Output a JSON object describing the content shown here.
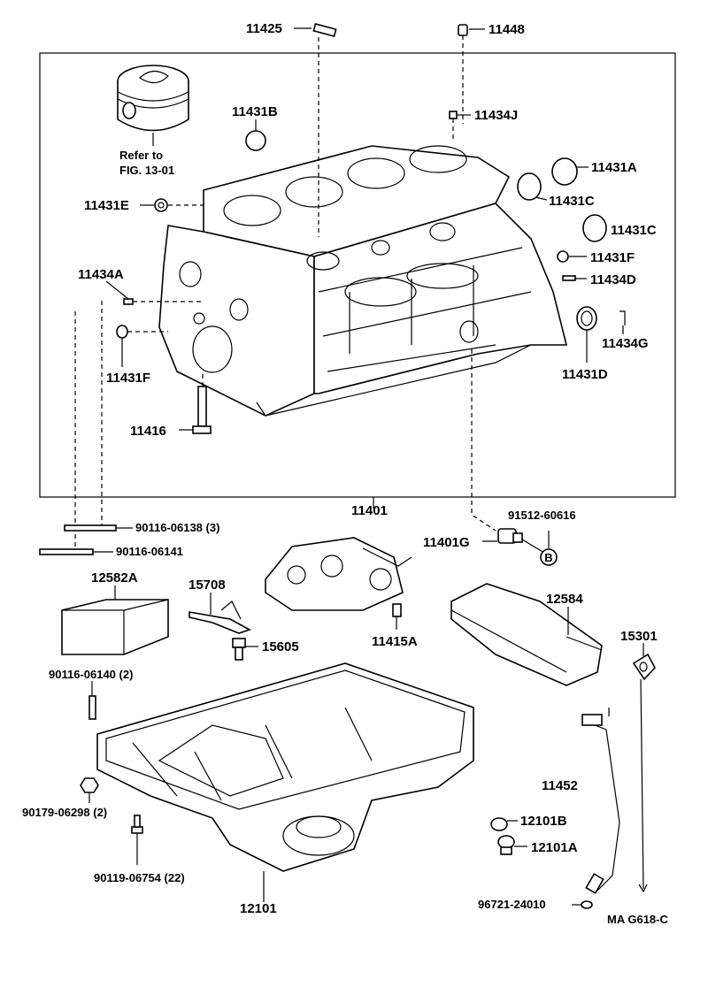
{
  "labels": {
    "p11425": "11425",
    "p11448": "11448",
    "p11431B": "11431B",
    "p11434J": "11434J",
    "refer_line1": "Refer to",
    "refer_line2": "FIG. 13-01",
    "p11431A": "11431A",
    "p11431E": "11431E",
    "p11431C_1": "11431C",
    "p11431C_2": "11431C",
    "p11431F_r": "11431F",
    "p11434A": "11434A",
    "p11434D": "11434D",
    "p11434G": "11434G",
    "p11431F_l": "11431F",
    "p11431D": "11431D",
    "p11416": "11416",
    "p11401": "11401",
    "p90116_06138": "90116-06138 (3)",
    "p91512_60616": "91512-60616",
    "p90116_06141": "90116-06141",
    "p11401G": "11401G",
    "p12582A": "12582A",
    "p15708": "15708",
    "p12584": "12584",
    "p15605": "15605",
    "p11415A": "11415A",
    "p15301": "15301",
    "p90116_06140": "90116-06140 (2)",
    "p11452": "11452",
    "p90179_06298": "90179-06298 (2)",
    "p12101B": "12101B",
    "p12101A": "12101A",
    "p90119_06754": "90119-06754 (22)",
    "p12101": "12101",
    "p96721_24010": "96721-24010",
    "diagram_code": "MA G618-C",
    "circle_b": "B"
  }
}
